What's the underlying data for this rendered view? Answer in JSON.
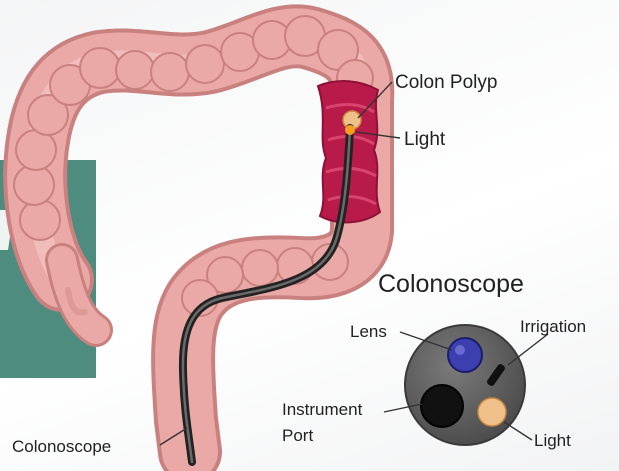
{
  "labels": {
    "colon_polyp": "Colon Polyp",
    "light_top": "Light",
    "colonoscope_title": "Colonoscope",
    "lens": "Lens",
    "irrigation": "Irrigation",
    "instrument_port_line1": "Instrument",
    "instrument_port_line2": "Port",
    "light_tip": "Light",
    "colonoscope_bottom": "Colonoscope"
  },
  "colors": {
    "colon": "#eaa9a6",
    "colon_shadow": "#c9817f",
    "colon_inner": "#b81a4a",
    "scope": "#3a3a3a",
    "tip_disc": "#5f5f5f",
    "lens": "#3b3fb0",
    "instrument_port": "#111111",
    "light": "#f0c08a",
    "teal_panel": "#4d8c7f"
  }
}
